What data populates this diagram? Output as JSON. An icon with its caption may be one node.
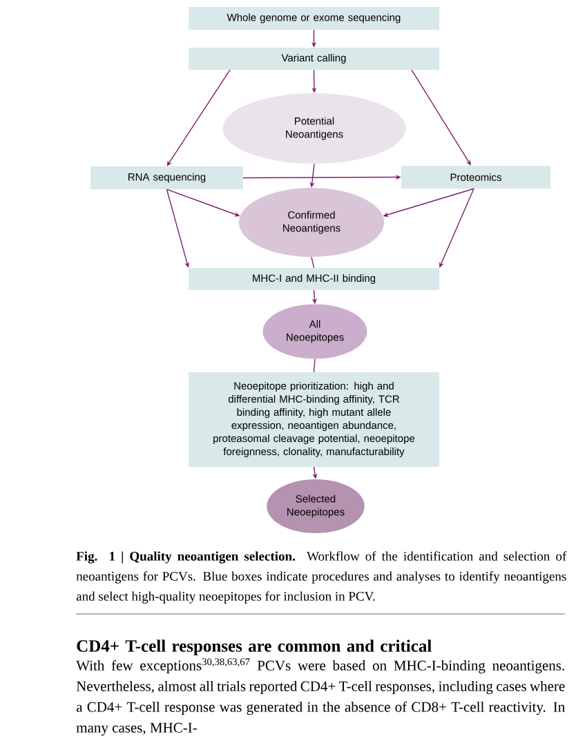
{
  "diagram": {
    "caption": "**Fig. 1 | Quality neoantigen selection.** Workflow of the identification and selection of neoantigens for PCVs. Blue boxes indicate procedures and analyses to identify neoantigens and select high-quality neoepitopes for inclusion in PCV.",
    "nodes": [
      {
        "text": [
          "Whole genome or exome sequencing"
        ]
      },
      {
        "text": [
          "Variant calling"
        ]
      },
      {
        "text": [
          "Potential Neoantigens"
        ]
      },
      {
        "text": [
          "RNA sequencing"
        ]
      },
      {
        "text": [
          "Proteomics"
        ]
      },
      {
        "text": [
          "Confirmed Neoantigens"
        ]
      },
      {
        "text": [
          "MHC-I and MHC-II binding"
        ]
      },
      {
        "text": [
          "All Neoepitopes"
        ]
      },
      {
        "text": [
          "Neoepitope prioritization: high and differential MHC-binding affinity, TCR binding affinity, high mutant  allele expression, neoantigen abundance, proteasomal cleavage potential, neoepitope foreignness, clonality, manufacturability"
        ]
      },
      {
        "text": [
          "Selected Neoepitopes"
        ]
      }
    ],
    "edges": [
      {
        "from": 0,
        "to": 1,
        "arrow": "to"
      },
      {
        "from": 1,
        "to": 2,
        "arrow": "to"
      },
      {
        "from": 1,
        "to": 3,
        "arrow": "to"
      },
      {
        "from": 1,
        "to": 4,
        "arrow": "to"
      },
      {
        "from": 3,
        "to": 4,
        "arrow": "to"
      },
      {
        "from": 2,
        "to": 5,
        "arrow": "to"
      },
      {
        "from": 3,
        "to": 5,
        "arrow": "to"
      },
      {
        "from": 4,
        "to": 5,
        "arrow": "to"
      },
      {
        "from": 3,
        "to": 6,
        "arrow": "to"
      },
      {
        "from": 4,
        "to": 6,
        "arrow": "to"
      },
      {
        "from": 5,
        "to": 6,
        "arrow": "none"
      },
      {
        "from": 6,
        "to": 7,
        "arrow": "to"
      },
      {
        "from": 7,
        "to": 8,
        "arrow": "none"
      },
      {
        "from": 8,
        "to": 9,
        "arrow": "to"
      }
    ],
    "labels": [
      "CD4+ T-cell responses are common and critical",
      "With few exceptions$^{30,38,63,67}$ PCVs were based on MHC-I-binding neoantigens. Nevertheless, almost all trials reported CD4+ T-cell responses, including cases where a CD4+ T-cell response was generated in the absence of CD8+ T-cell reactivity. In many cases, MHC-I-"
    ]
  }
}
